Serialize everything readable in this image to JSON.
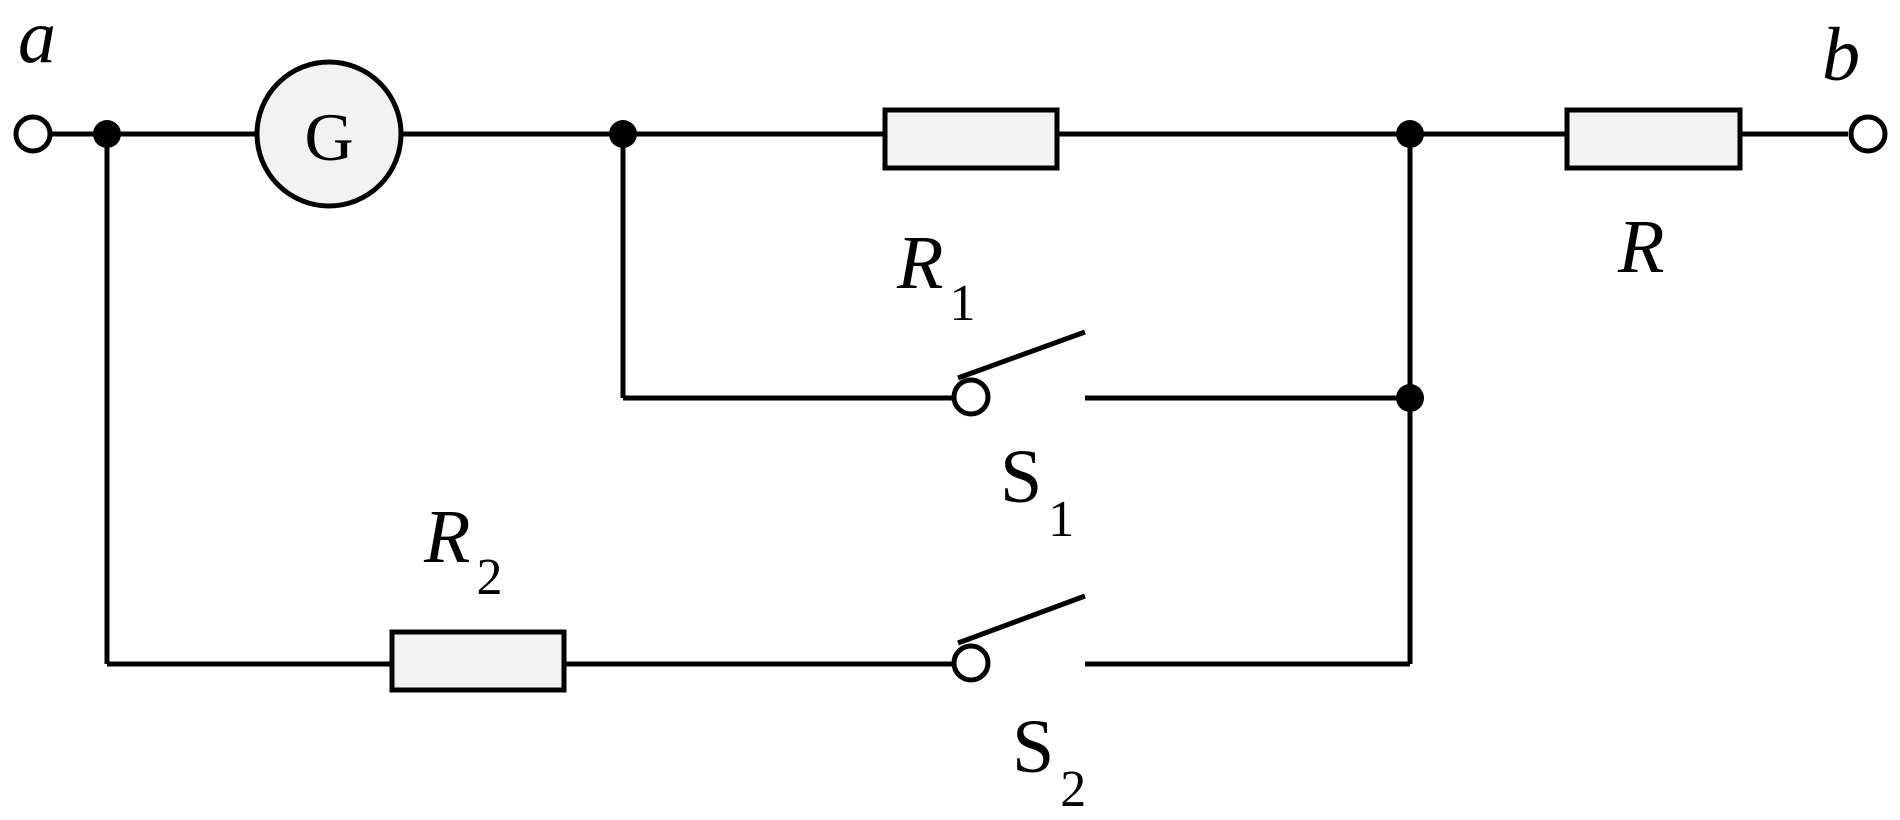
{
  "terminals": {
    "a": "a",
    "b": "b"
  },
  "meter": {
    "symbol": "G"
  },
  "components": {
    "R1": {
      "letter": "R",
      "sub": "1"
    },
    "R2": {
      "letter": "R",
      "sub": "2"
    },
    "R": {
      "letter": "R"
    },
    "S1": {
      "letter": "S",
      "sub": "1"
    },
    "S2": {
      "letter": "S",
      "sub": "2"
    }
  },
  "colors": {
    "line": "#000000",
    "component_fill": "#f2f2f2",
    "background": "#ffffff"
  }
}
